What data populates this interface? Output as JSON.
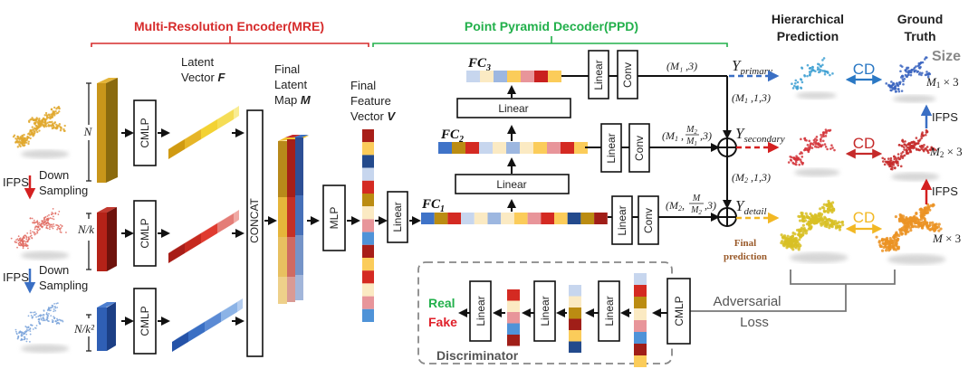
{
  "title_mre": "Multi-Resolution Encoder(MRE)",
  "title_ppd": "Point Pyramid Decoder(PPD)",
  "col_hier": [
    "Hierarchical",
    "Prediction"
  ],
  "col_gt": [
    "Ground",
    "Truth"
  ],
  "size_label": "Size",
  "latent_vector": [
    "Latent",
    "Vector ",
    "F"
  ],
  "final_latent": [
    "Final",
    "Latent",
    "Map ",
    "M"
  ],
  "final_feature": [
    "Final",
    "Feature",
    "Vector ",
    "V"
  ],
  "enc": {
    "cmlp": "CMLP",
    "concat": "CONCAT",
    "mlp": "MLP",
    "linear": "Linear",
    "dims": [
      "N",
      "N/k",
      "N/k²"
    ],
    "ifps": "IFPS",
    "down": [
      "Down",
      "Sampling"
    ]
  },
  "dec": {
    "fc3": "FC",
    "fc3_sub": "3",
    "fc2": "FC",
    "fc2_sub": "2",
    "fc1": "FC",
    "fc1_sub": "1",
    "linear": "Linear",
    "conv": "Conv",
    "shape_primary": "(M₁ ,3)",
    "shape_primary_r": "(M₁ ,1,3)",
    "shape_secondary": "(M₁ , M₂/M₁ ,3)",
    "shape_secondary_r": "(M₂ ,1,3)",
    "shape_detail": "(M₂, M/M₂ ,3)",
    "y_primary": "Y",
    "y_primary_sub": "primary",
    "y_secondary": "Y",
    "y_secondary_sub": "secondary",
    "y_detail": "Y",
    "y_detail_sub": "detail",
    "final_pred": [
      "Final",
      "prediction"
    ]
  },
  "right": {
    "cd": "CD",
    "sizes": [
      "M₁ × 3",
      "M₂ × 3",
      "M × 3"
    ],
    "ifps": "IFPS",
    "adversarial": [
      "Adversarial",
      "Loss"
    ]
  },
  "disc": {
    "label": "Discriminator",
    "real": "Real",
    "fake": "Fake",
    "linear": "Linear",
    "cmlp": "CMLP"
  },
  "colors": {
    "mre_red": "#d62b2b",
    "ppd_green": "#22b04b",
    "primary_blue": "#3a6fc4",
    "secondary_red": "#d42020",
    "detail_yellow": "#f2b824",
    "final_brown": "#9a5a2a",
    "gray": "#777777"
  },
  "fc3_cells": [
    "#c7d6ee",
    "#fbeac3",
    "#9db7e0",
    "#fbcc5a",
    "#e8959a",
    "#c9201f",
    "#fbcc5a"
  ],
  "fc2_cells": [
    "#3f73c8",
    "#bb8c12",
    "#d42a22",
    "#c7d6ee",
    "#fbeac3",
    "#9db7e0",
    "#fbeac3",
    "#fbcc5a",
    "#e8959a",
    "#d42a22",
    "#fbcc5a"
  ],
  "fc1_cells": [
    "#3f73c8",
    "#bb8c12",
    "#d42a22",
    "#c7d6ee",
    "#fbeac3",
    "#9db7e0",
    "#fbeac3",
    "#fbcc5a",
    "#e8959a",
    "#d42a22",
    "#fbcc5a",
    "#234a8c",
    "#bb8c12",
    "#a01e18"
  ],
  "v_cells": [
    "#a81e18",
    "#fbcc5a",
    "#234a8c",
    "#c7d6ee",
    "#d42a22",
    "#bb8c12",
    "#fbeac3",
    "#e8959a",
    "#4f93d8",
    "#a81e18",
    "#fbcc5a",
    "#d42a22",
    "#fbeac3",
    "#e8959a",
    "#4f93d8"
  ],
  "disc_col1": [
    "#c7d6ee",
    "#d42a22",
    "#bb8c12",
    "#fbeac3",
    "#e8959a",
    "#4f93d8",
    "#a01e18",
    "#fbcc5a"
  ],
  "disc_col2": [
    "#c7d6ee",
    "#fbeac3",
    "#bb8c12",
    "#a01e18",
    "#fbcc5a",
    "#234a8c"
  ],
  "disc_col3": [
    "#d42a22",
    "#fbeac3",
    "#e8959a",
    "#4f93d8",
    "#a01e18"
  ]
}
